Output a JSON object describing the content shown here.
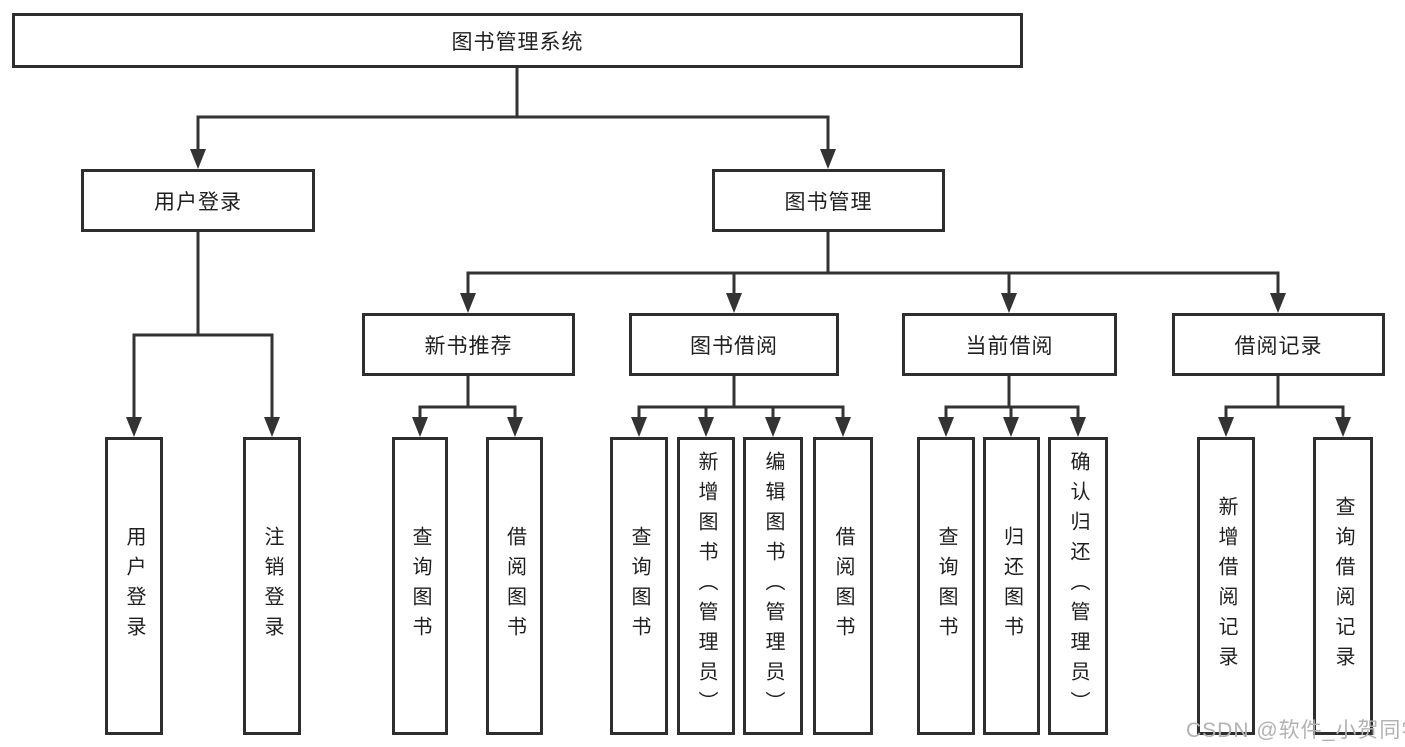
{
  "colors": {
    "line": "#333333",
    "box_border": "#2e2e2e",
    "text": "#1f1f1f",
    "watermark": "#b2b2b2",
    "background": "#ffffff"
  },
  "diagram": {
    "root": "图书管理系统",
    "branches": [
      {
        "label": "用户登录",
        "leaves": [
          "用户登录",
          "注销登录"
        ]
      },
      {
        "label": "图书管理",
        "groups": [
          {
            "label": "新书推荐",
            "leaves": [
              "查询图书",
              "借阅图书"
            ]
          },
          {
            "label": "图书借阅",
            "leaves": [
              "查询图书",
              "新增图书（管理员）",
              "编辑图书（管理员）",
              "借阅图书"
            ]
          },
          {
            "label": "当前借阅",
            "leaves": [
              "查询图书",
              "归还图书",
              "确认归还（管理员）"
            ]
          },
          {
            "label": "借阅记录",
            "leaves": [
              "新增借阅记录",
              "查询借阅记录"
            ]
          }
        ]
      }
    ]
  },
  "watermark": "CSDN @软件_小贺同学"
}
